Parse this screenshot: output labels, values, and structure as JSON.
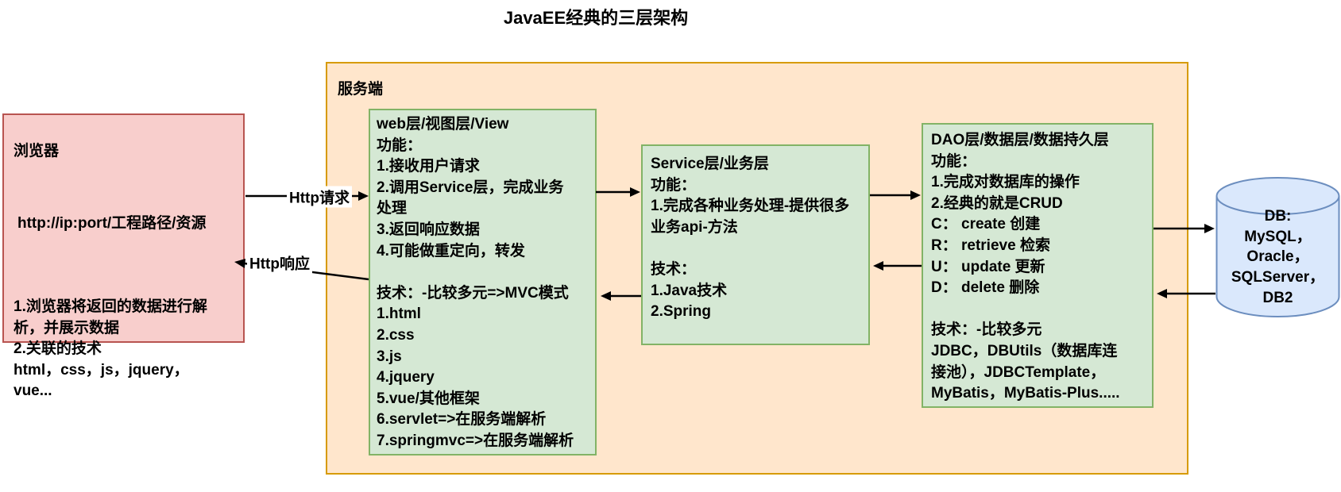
{
  "title": "JavaEE经典的三层架构",
  "colors": {
    "browser_bg": "#f8cecc",
    "browser_border": "#b85450",
    "server_bg": "#ffe6cc",
    "server_border": "#d79b00",
    "layer_bg": "#d5e8d4",
    "layer_border": "#82b366",
    "db_bg": "#dae8fc",
    "db_border": "#6c8ebf",
    "arrow": "#000000"
  },
  "browser": {
    "title": "浏览器",
    "url": "http://ip:port/工程路径/资源",
    "notes": "1.浏览器将返回的数据进行解\n析，并展示数据\n2.关联的技术\nhtml，css，js，jquery，\nvue..."
  },
  "server": {
    "label": "服务端",
    "web_layer": "web层/视图层/View\n功能：\n1.接收用户请求\n2.调用Service层，完成业务\n处理\n3.返回响应数据\n4.可能做重定向，转发\n\n技术：-比较多元=>MVC模式\n1.html\n2.css\n3.js\n4.jquery\n5.vue/其他框架\n6.servlet=>在服务端解析\n7.springmvc=>在服务端解析",
    "service_layer": "Service层/业务层\n功能：\n1.完成各种业务处理-提供很多\n业务api-方法\n\n技术：\n1.Java技术\n2.Spring",
    "dao_layer": "DAO层/数据层/数据持久层\n功能：\n1.完成对数据库的操作\n2.经典的就是CRUD\nC： create 创建\nR： retrieve 检索\nU： update 更新\nD： delete 删除\n\n技术：-比较多元\nJDBC，DBUtils（数据库连\n接池），JDBCTemplate，\nMyBatis，MyBatis-Plus....."
  },
  "database": {
    "text": "DB:\nMySQL，\nOracle，\nSQLServer，\nDB2"
  },
  "arrows": {
    "request_label": "Http请求",
    "response_label": "Http响应"
  }
}
